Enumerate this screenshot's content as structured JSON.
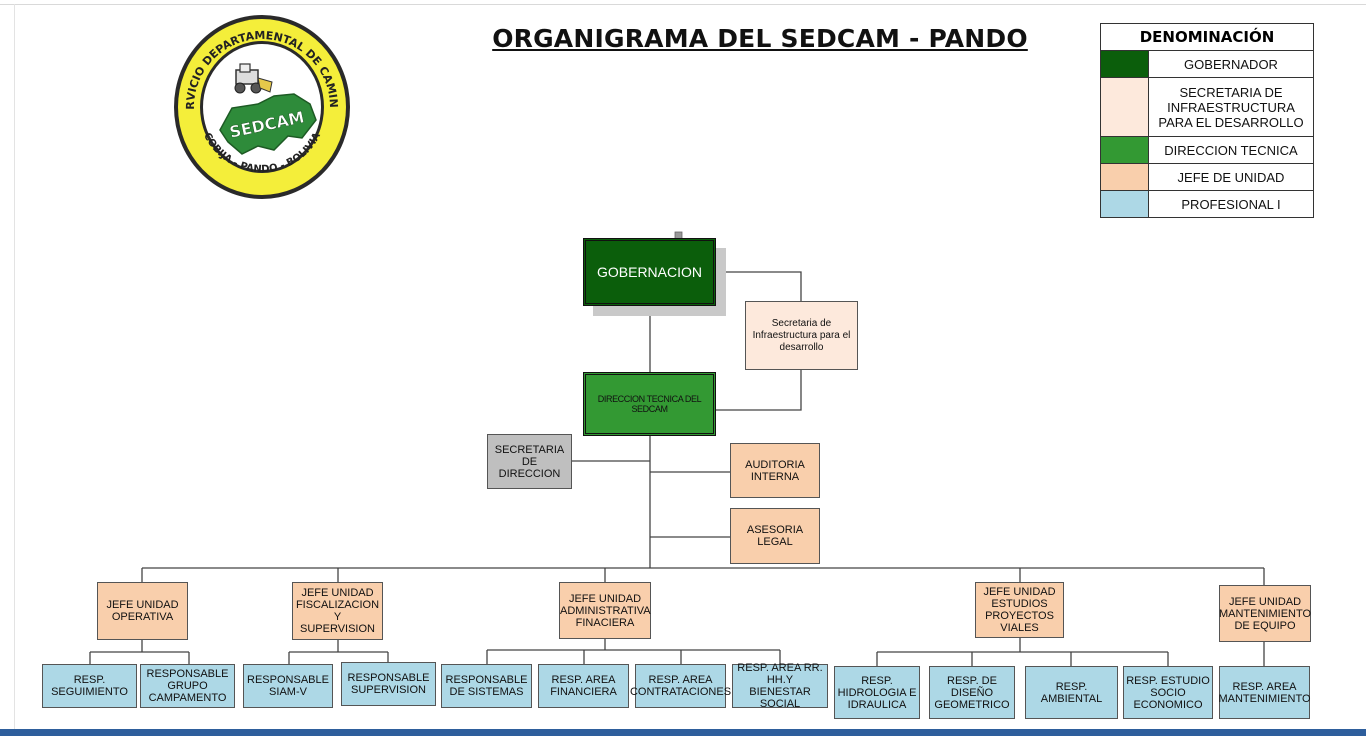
{
  "title": "ORGANIGRAMA DEL SEDCAM - PANDO",
  "logo": {
    "ring_text": "SERVICIO DEPARTAMENTAL DE CAMINOS",
    "center_text": "SEDCAM",
    "bottom_text": "COBIJA - PANDO - BOLIVIA",
    "colors": {
      "ring": "#f4ee3a",
      "green": "#2e8b3a",
      "dark": "#2a2a2a"
    }
  },
  "legend": {
    "header": "DENOMINACIÓN",
    "rows": [
      {
        "label": "GOBERNADOR",
        "color": "#0b5e0b"
      },
      {
        "label": "SECRETARIA DE INFRAESTRUCTURA PARA EL DESARROLLO",
        "color": "#fde9dc"
      },
      {
        "label": "DIRECCION TECNICA",
        "color": "#339933"
      },
      {
        "label": "JEFE DE UNIDAD",
        "color": "#f9cfac"
      },
      {
        "label": "PROFESIONAL I",
        "color": "#add8e6"
      }
    ]
  },
  "nodes": {
    "gobernacion": "GOBERNACION",
    "secretaria_infra": "Secretaria de Infraestructura para el desarrollo",
    "direccion": "DIRECCION TECNICA DEL SEDCAM",
    "secretaria_direccion": "SECRETARIA DE DIRECCION",
    "auditoria": "AUDITORIA INTERNA",
    "asesoria": "ASESORIA LEGAL",
    "units": [
      {
        "label": "JEFE UNIDAD OPERATIVA",
        "children": [
          "RESP. SEGUIMIENTO",
          "RESPONSABLE GRUPO CAMPAMENTO"
        ]
      },
      {
        "label": "JEFE UNIDAD FISCALIZACION Y SUPERVISION",
        "children": [
          "RESPONSABLE SIAM-V",
          "RESPONSABLE SUPERVISION"
        ]
      },
      {
        "label": "JEFE UNIDAD ADMINISTRATIVA FINACIERA",
        "children": [
          "RESPONSABLE DE SISTEMAS",
          "RESP. AREA FINANCIERA",
          "RESP. AREA CONTRATACIONES",
          "RESP. AREA RR. HH.Y BIENESTAR SOCIAL"
        ]
      },
      {
        "label": "JEFE UNIDAD ESTUDIOS PROYECTOS VIALES",
        "children": [
          "RESP. HIDROLOGIA E IDRAULICA",
          "RESP. DE DISEÑO GEOMETRICO",
          "RESP. AMBIENTAL",
          "RESP. ESTUDIO SOCIO ECONOMICO"
        ]
      },
      {
        "label": "JEFE UNIDAD MANTENIMIENTO DE EQUIPO",
        "children": [
          "RESP. AREA MANTENIMIENTO"
        ]
      }
    ]
  }
}
